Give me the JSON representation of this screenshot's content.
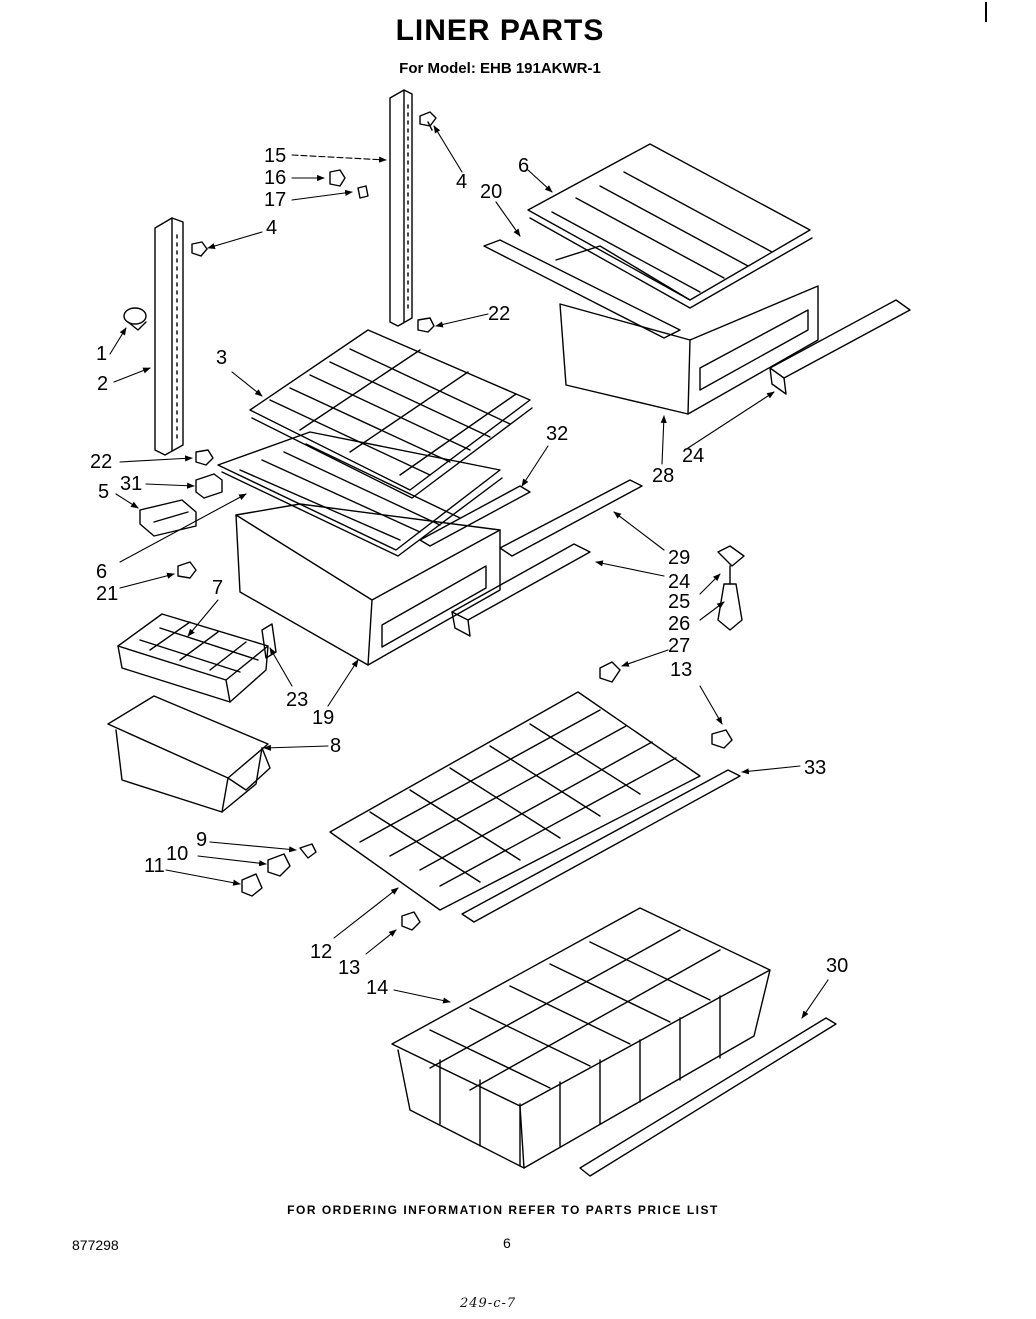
{
  "title": "LINER PARTS",
  "subtitle": "For Model: EHB 191AKWR-1",
  "footer_note": "FOR ORDERING INFORMATION REFER TO PARTS PRICE LIST",
  "doc_number": "877298",
  "page_number": "6",
  "handwritten_note": "249-c-7",
  "callouts": {
    "c1": "1",
    "c2": "2",
    "c3": "3",
    "c4a": "4",
    "c4b": "4",
    "c5": "5",
    "c6a": "6",
    "c6b": "6",
    "c7": "7",
    "c8": "8",
    "c9": "9",
    "c10": "10",
    "c11": "11",
    "c12": "12",
    "c13a": "13",
    "c13b": "13",
    "c14": "14",
    "c15": "15",
    "c16": "16",
    "c17": "17",
    "c19": "19",
    "c20": "20",
    "c21": "21",
    "c22a": "22",
    "c22b": "22",
    "c23": "23",
    "c24a": "24",
    "c24b": "24",
    "c25": "25",
    "c26": "26",
    "c27": "27",
    "c28": "28",
    "c29": "29",
    "c30": "30",
    "c31": "31",
    "c32": "32",
    "c33": "33"
  }
}
